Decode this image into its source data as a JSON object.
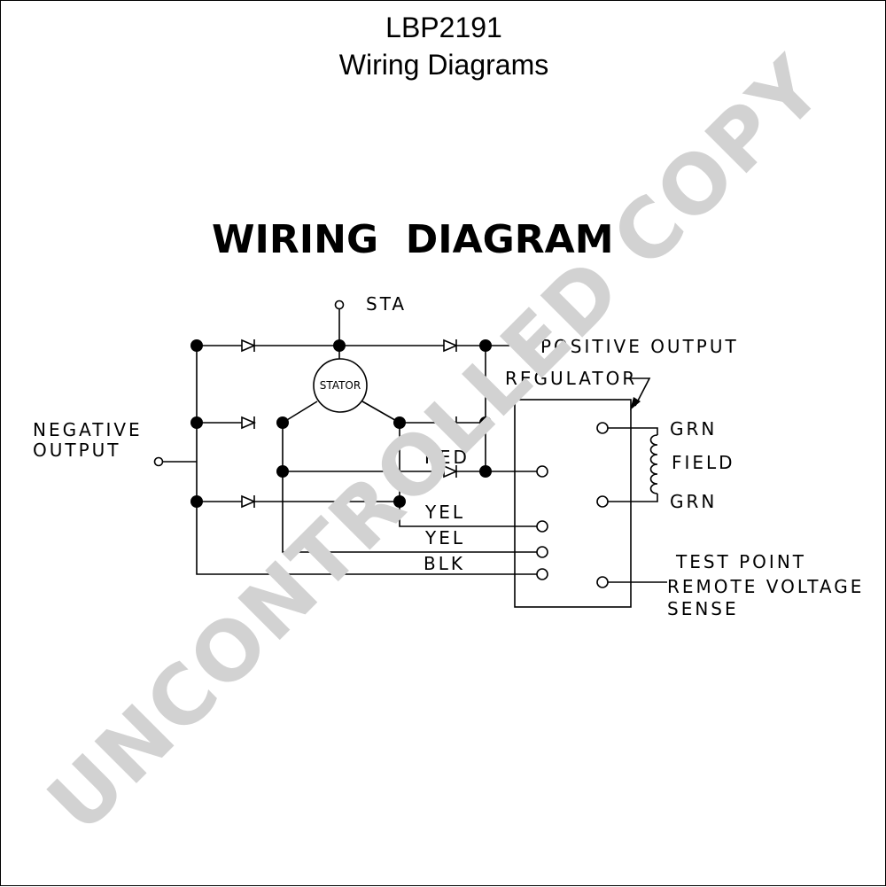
{
  "header": {
    "title": "LBP2191",
    "subtitle": "Wiring Diagrams"
  },
  "diagram": {
    "title": "WIRING  DIAGRAM",
    "labels": {
      "sta": "STA",
      "positive_output": "POSITIVE OUTPUT",
      "regulator": "REGULATOR",
      "negative_line1": "NEGATIVE",
      "negative_line2": "OUTPUT",
      "stator": "STATOR",
      "red": "RED",
      "yel1": "YEL",
      "yel2": "YEL",
      "blk": "BLK",
      "grn_top": "GRN",
      "field": "FIELD",
      "grn_bottom": "GRN",
      "test_point": "TEST POINT",
      "remote_voltage": "REMOTE VOLTAGE",
      "sense": "SENSE"
    }
  },
  "watermark": "UNCONTROLLED COPY"
}
